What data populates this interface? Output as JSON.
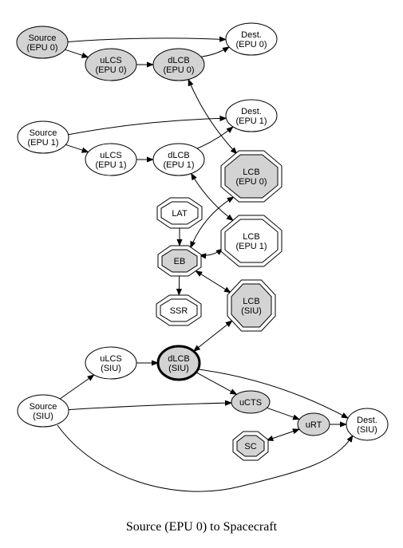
{
  "caption": "Source (EPU 0) to Spacecraft",
  "colors": {
    "shaded_fill": "#d3d3d3",
    "plain_fill": "#ffffff",
    "stroke": "#000000",
    "background": "#ffffff"
  },
  "nodes": {
    "source_epu0": {
      "line1": "Source",
      "line2": "(EPU 0)",
      "shape": "ellipse",
      "shaded": true
    },
    "dest_epu0": {
      "line1": "Dest.",
      "line2": "(EPU 0)",
      "shape": "ellipse",
      "shaded": false
    },
    "ulcs_epu0": {
      "line1": "uLCS",
      "line2": "(EPU 0)",
      "shape": "ellipse",
      "shaded": true
    },
    "dlcb_epu0": {
      "line1": "dLCB",
      "line2": "(EPU 0)",
      "shape": "ellipse",
      "shaded": true
    },
    "source_epu1": {
      "line1": "Source",
      "line2": "(EPU 1)",
      "shape": "ellipse",
      "shaded": false
    },
    "dest_epu1": {
      "line1": "Dest.",
      "line2": "(EPU 1)",
      "shape": "ellipse",
      "shaded": false
    },
    "ulcs_epu1": {
      "line1": "uLCS",
      "line2": "(EPU 1)",
      "shape": "ellipse",
      "shaded": false
    },
    "dlcb_epu1": {
      "line1": "dLCB",
      "line2": "(EPU 1)",
      "shape": "ellipse",
      "shaded": false
    },
    "lcb_epu0": {
      "line1": "LCB",
      "line2": "(EPU 0)",
      "shape": "double-octagon",
      "shaded": true
    },
    "lcb_epu1": {
      "line1": "LCB",
      "line2": "(EPU 1)",
      "shape": "double-octagon",
      "shaded": false
    },
    "lat": {
      "line1": "LAT",
      "shape": "double-octagon",
      "shaded": false
    },
    "eb": {
      "line1": "EB",
      "shape": "double-octagon",
      "shaded": true
    },
    "ssr": {
      "line1": "SSR",
      "shape": "double-octagon",
      "shaded": false
    },
    "lcb_siu": {
      "line1": "LCB",
      "line2": "(SIU)",
      "shape": "double-octagon",
      "shaded": true
    },
    "ulcs_siu": {
      "line1": "uLCS",
      "line2": "(SIU)",
      "shape": "ellipse",
      "shaded": false
    },
    "dlcb_siu": {
      "line1": "dLCB",
      "line2": "(SIU)",
      "shape": "ellipse",
      "shaded": true,
      "bold": true
    },
    "source_siu": {
      "line1": "Source",
      "line2": "(SIU)",
      "shape": "ellipse",
      "shaded": false
    },
    "ucts": {
      "line1": "uCTS",
      "shape": "ellipse",
      "shaded": true
    },
    "urt": {
      "line1": "uRT",
      "shape": "ellipse",
      "shaded": true
    },
    "dest_siu": {
      "line1": "Dest.",
      "line2": "(SIU)",
      "shape": "ellipse",
      "shaded": false
    },
    "sc": {
      "line1": "SC",
      "shape": "double-octagon",
      "shaded": true
    }
  },
  "edges": [
    {
      "from": "source_epu0",
      "to": "dest_epu0",
      "bidirectional": false
    },
    {
      "from": "source_epu0",
      "to": "ulcs_epu0",
      "bidirectional": false
    },
    {
      "from": "ulcs_epu0",
      "to": "dlcb_epu0",
      "bidirectional": false
    },
    {
      "from": "dlcb_epu0",
      "to": "dest_epu0",
      "bidirectional": false
    },
    {
      "from": "dlcb_epu0",
      "to": "lcb_epu0",
      "bidirectional": true
    },
    {
      "from": "source_epu1",
      "to": "dest_epu1",
      "bidirectional": false
    },
    {
      "from": "source_epu1",
      "to": "ulcs_epu1",
      "bidirectional": false
    },
    {
      "from": "ulcs_epu1",
      "to": "dlcb_epu1",
      "bidirectional": false
    },
    {
      "from": "dlcb_epu1",
      "to": "dest_epu1",
      "bidirectional": false
    },
    {
      "from": "dlcb_epu1",
      "to": "lcb_epu1",
      "bidirectional": true
    },
    {
      "from": "lat",
      "to": "eb",
      "bidirectional": false
    },
    {
      "from": "eb",
      "to": "ssr",
      "bidirectional": false
    },
    {
      "from": "eb",
      "to": "lcb_epu0",
      "bidirectional": true
    },
    {
      "from": "eb",
      "to": "lcb_epu1",
      "bidirectional": true
    },
    {
      "from": "eb",
      "to": "lcb_siu",
      "bidirectional": true
    },
    {
      "from": "dlcb_siu",
      "to": "lcb_siu",
      "bidirectional": true
    },
    {
      "from": "source_siu",
      "to": "ulcs_siu",
      "bidirectional": false
    },
    {
      "from": "ulcs_siu",
      "to": "dlcb_siu",
      "bidirectional": false
    },
    {
      "from": "dlcb_siu",
      "to": "ucts",
      "bidirectional": false
    },
    {
      "from": "dlcb_siu",
      "to": "dest_siu",
      "bidirectional": false
    },
    {
      "from": "source_siu",
      "to": "ucts",
      "bidirectional": false
    },
    {
      "from": "source_siu",
      "to": "dest_siu",
      "bidirectional": false
    },
    {
      "from": "ucts",
      "to": "urt",
      "bidirectional": false
    },
    {
      "from": "urt",
      "to": "dest_siu",
      "bidirectional": false
    },
    {
      "from": "sc",
      "to": "urt",
      "bidirectional": true
    }
  ]
}
